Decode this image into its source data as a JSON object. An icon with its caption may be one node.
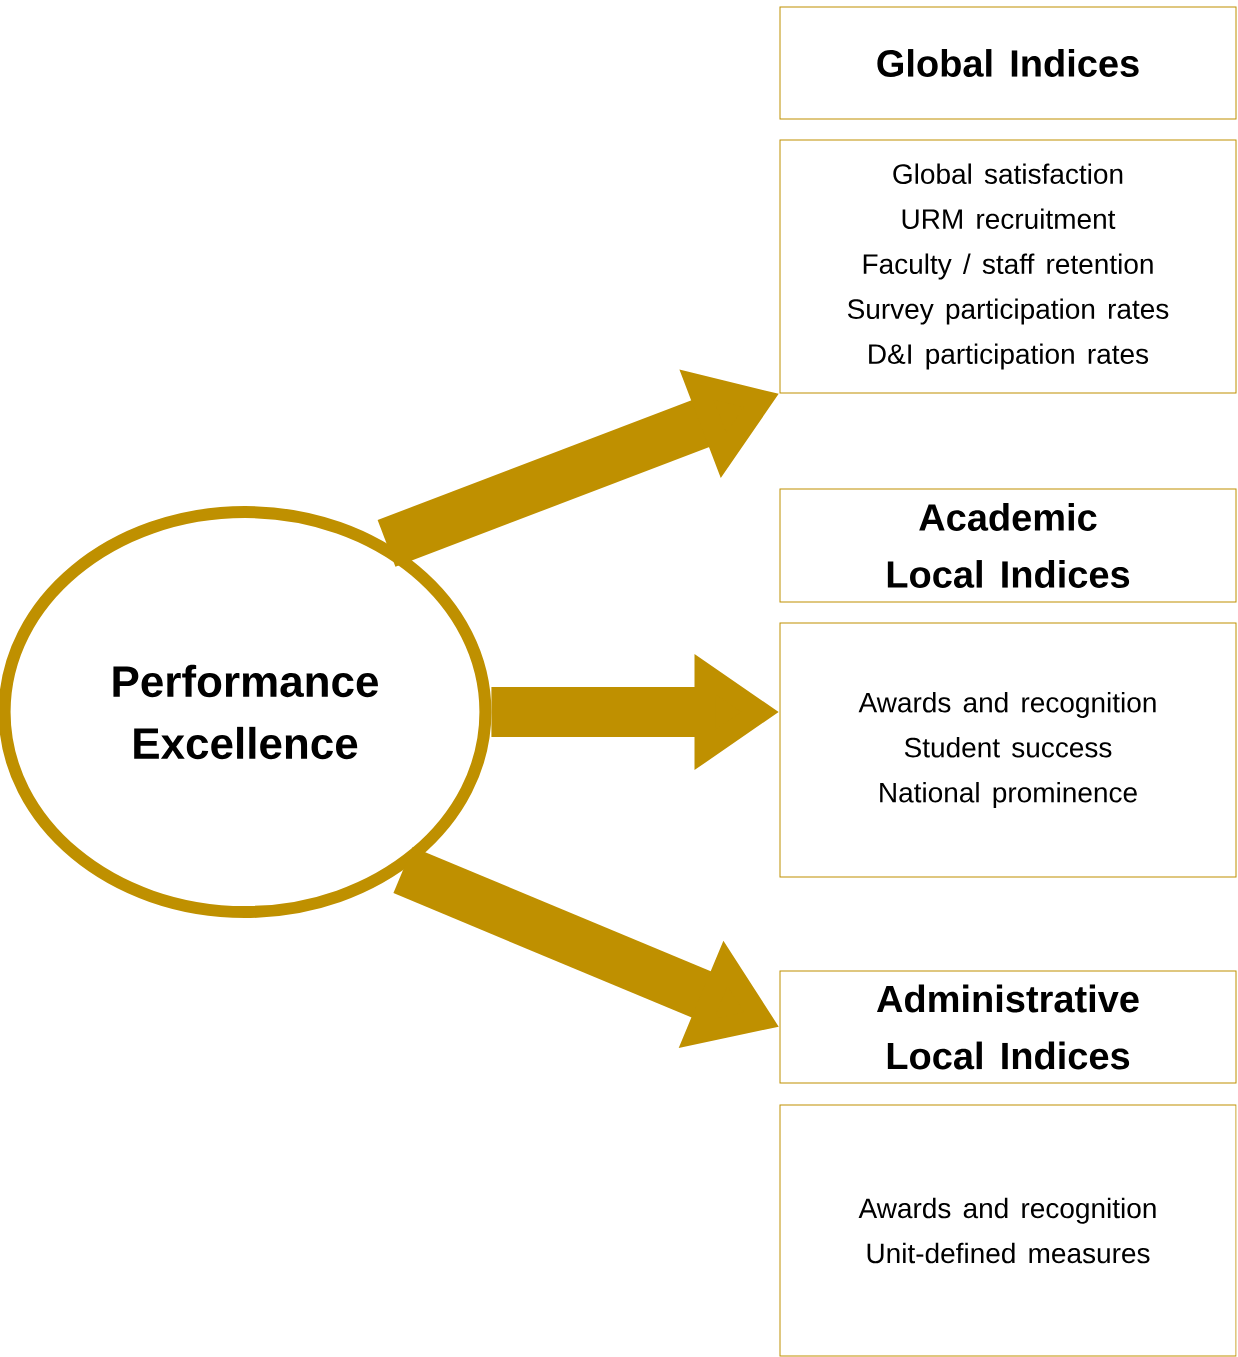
{
  "diagram": {
    "nodes": [
      {
        "text": [
          "Performance Excellence"
        ]
      },
      {
        "text": [
          "Global Indices"
        ]
      },
      {
        "text": [
          "Global satisfaction",
          "URM recruitment",
          "Faculty / staff retention",
          "Survey participation rates",
          "D&I participation rates"
        ]
      },
      {
        "text": [
          "Academic Local Indices"
        ]
      },
      {
        "text": [
          "Awards and recognition",
          "Student success",
          "National prominence"
        ]
      },
      {
        "text": [
          "Administrative Local Indices"
        ]
      },
      {
        "text": [
          "Awards and recognition",
          "Unit-defined measures"
        ]
      }
    ],
    "edges": [
      {
        "from": 0,
        "to": 2,
        "arrow": "to"
      },
      {
        "from": 0,
        "to": 4,
        "arrow": "to"
      },
      {
        "from": 0,
        "to": 5,
        "arrow": "to"
      }
    ]
  }
}
